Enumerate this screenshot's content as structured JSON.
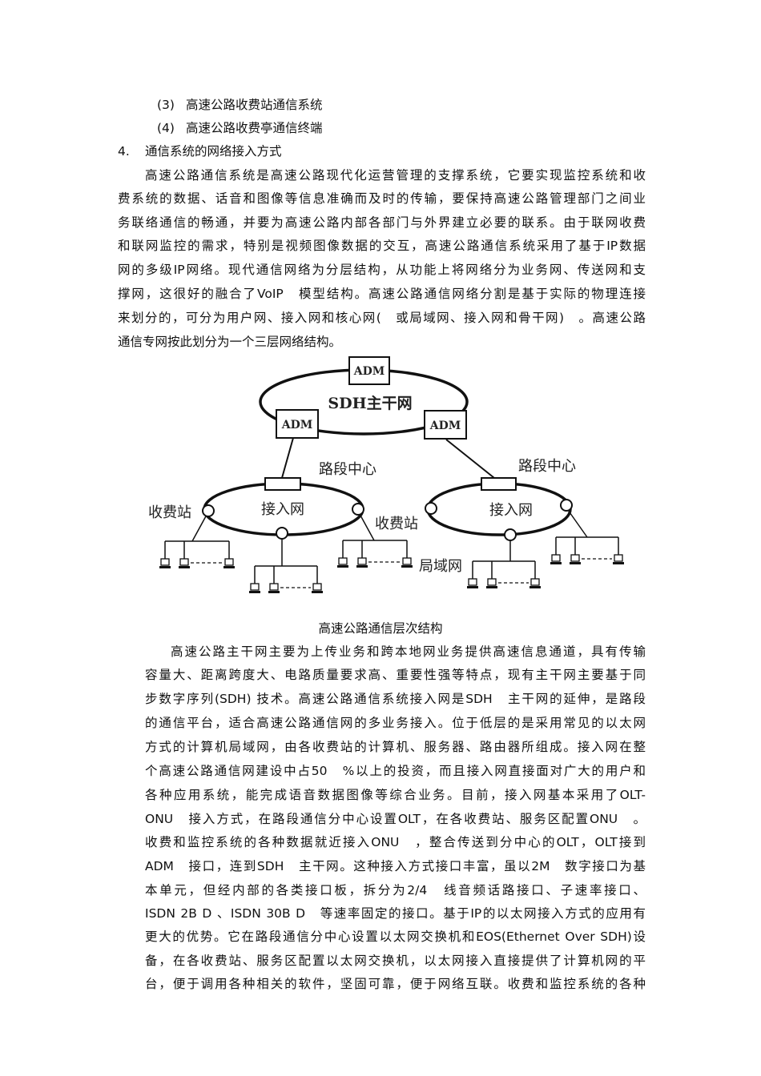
{
  "list_items": [
    {
      "num": "(3)",
      "text": "高速公路收费站通信系统"
    },
    {
      "num": "(4)",
      "text": "高速公路收费亭通信终端"
    }
  ],
  "section": {
    "num": "4.",
    "title": "通信系统的网络接入方式"
  },
  "paragraph1": [
    "高速公路通信系统是高速公路现代化运营管理的支撑系统，它要实现监控系统和收",
    "费系统的数据、话音和图像等信息准确而及时的传输，要保持高速公路管理部门之间业",
    "务联络通信的畅通，并要为高速公路内部各部门与外界建立必要的联系。由于联网收费",
    "和联网监控的需求，特别是视频图像数据的交互，高速公路通信系统采用了基于IP数据",
    "网的多级IP网络。现代通信网络为分层结构，从功能上将网络分为业务网、传送网和支",
    "撑网，这很好的融合了VoIP　模型结构。高速公路通信网络分割是基于实际的物理连接",
    "来划分的，可分为用户网、接入网和核心网(　或局域网、接入网和骨干网)　。高速公路",
    "通信专网按此划分为一个三层网络结构。"
  ],
  "figure": {
    "backbone_label": "SDH主干网",
    "adm_label": "ADM",
    "segment_center": "路段中心",
    "access_net": "接入网",
    "toll_station": "收费站",
    "lan": "局域网",
    "caption": "高速公路通信层次结构"
  },
  "paragraph2": [
    "高速公路主干网主要为上传业务和跨本地网业务提供高速信息通道，具有传输",
    "容量大、距离跨度大、电路质量要求高、重要性强等特点，现有主干网主要基于同",
    "步数字序列(SDH) 技术。高速公路通信系统接入网是SDH　主干网的延伸，是路段",
    "的通信平台，适合高速公路通信网的多业务接入。位于低层的是采用常见的以太网",
    "方式的计算机局域网，由各收费站的计算机、服务器、路由器所组成。接入网在整",
    "个高速公路通信网建设中占50　%以上的投资，而且接入网直接面对广大的用户和",
    "各种应用系统，能完成语音数据图像等综合业务。目前，接入网基本采用了OLT-",
    "ONU　接入方式，在路段通信分中心设置OLT，在各收费站、服务区配置ONU　。",
    "收费和监控系统的各种数据就近接入ONU　，整合传送到分中心的OLT，OLT接到",
    "ADM　接口，连到SDH　主干网。这种接入方式接口丰富，虽以2M　数字接口为基",
    "本单元，但经内部的各类接口板，拆分为2/4　线音频话路接口、子速率接口、",
    "ISDN 2B D 、ISDN 30B D　等速率固定的接口。基于IP的以太网接入方式的应用有",
    "更大的优势。它在路段通信分中心设置以太网交换机和EOS(Ethernet Over SDH)设",
    "备，在各收费站、服务区配置以太网交换机，以太网接入直接提供了计算机网的平",
    "台，便于调用各种相关的软件，坚固可靠，便于网络互联。收费和监控系统的各种"
  ]
}
